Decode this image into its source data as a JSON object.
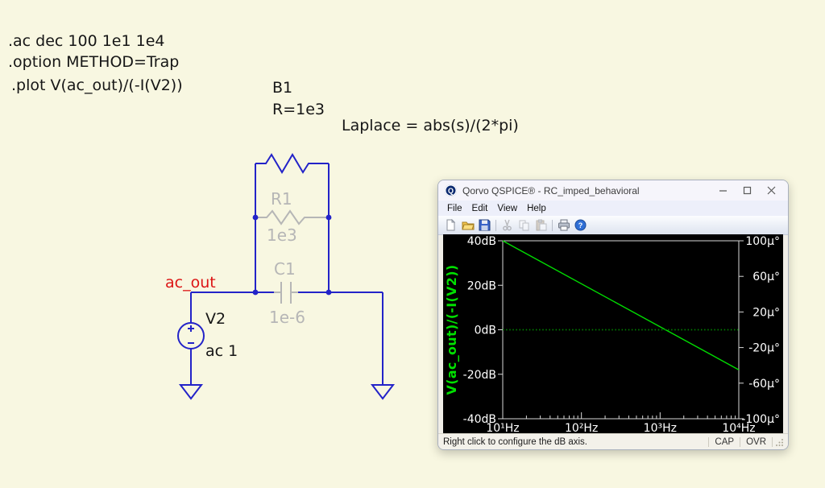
{
  "app": {
    "page_background": "#f8f7e1"
  },
  "schematic": {
    "directives": [
      ".ac dec 100 1e1 1e4",
      ".option METHOD=Trap",
      ".plot V(ac_out)/(-I(V2))"
    ],
    "components": {
      "b1": {
        "name": "B1",
        "value": "R=1e3",
        "expr": "Laplace = abs(s)/(2*pi)"
      },
      "r1": {
        "name": "R1",
        "value": "1e3"
      },
      "c1": {
        "name": "C1",
        "value": "1e-6"
      },
      "v2": {
        "name": "V2",
        "value": "ac 1"
      }
    },
    "net_label": "ac_out",
    "colors": {
      "wire": "#2323c8",
      "ghost": "#b6b6b6",
      "net": "#dc1414"
    }
  },
  "plot_window": {
    "title": "Qorvo QSPICE® - RC_imped_behavioral",
    "logo_letter": "Q",
    "menu_items": [
      "File",
      "Edit",
      "View",
      "Help"
    ],
    "toolbar_icons": [
      "new-file",
      "open",
      "save",
      "cut",
      "copy",
      "paste",
      "print",
      "help"
    ],
    "window_controls": [
      "minimize",
      "maximize",
      "close"
    ],
    "status_bar": {
      "message": "Right click to configure the dB axis.",
      "indicators": [
        "CAP",
        "OVR"
      ]
    }
  },
  "chart_data": {
    "type": "line",
    "x_scale": "log",
    "xlog_range": [
      1,
      4
    ],
    "x_tick_labels": [
      "10¹Hz",
      "10²Hz",
      "10³Hz",
      "10⁴Hz"
    ],
    "left_axis": {
      "unit": "dB",
      "range": [
        -40,
        40
      ],
      "tick_labels": [
        "40dB",
        "20dB",
        "0dB",
        "-20dB",
        "-40dB"
      ]
    },
    "right_axis": {
      "unit": "µ°",
      "range": [
        -100,
        100
      ],
      "tick_labels": [
        "100µ°",
        "60µ°",
        "20µ°",
        "-20µ°",
        "-60µ°",
        "-100µ°"
      ]
    },
    "ylabel": "V(ac_out)/(-I(V2))",
    "ylabel_color": "#00e000",
    "plot_bg": "#000000",
    "axis_color": "#d8d8d8",
    "tick_label_color": "#ffffff",
    "grid": false,
    "series": [
      {
        "name": "magnitude",
        "axis": "left",
        "style": "solid",
        "color": "#00dc00",
        "points": [
          [
            1,
            40
          ],
          [
            4,
            -18
          ]
        ]
      },
      {
        "name": "phase",
        "axis": "right",
        "style": "dotted",
        "color": "#008000",
        "points": [
          [
            1,
            0
          ],
          [
            4,
            0
          ]
        ]
      }
    ]
  }
}
